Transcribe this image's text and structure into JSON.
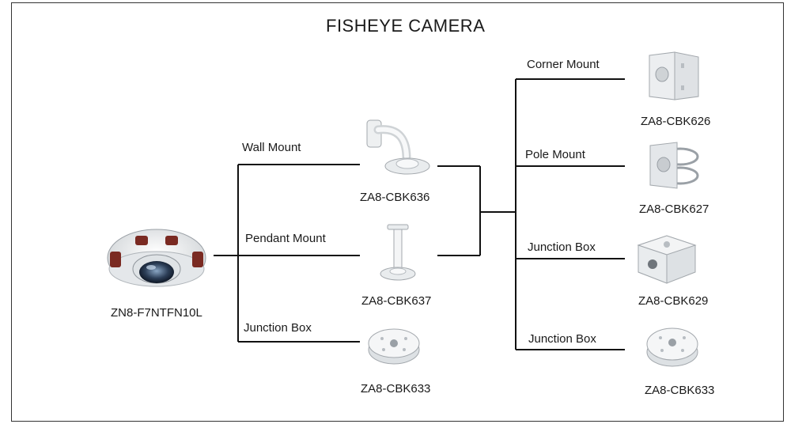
{
  "diagram": {
    "title": "FISHEYE CAMERA",
    "camera": {
      "model": "ZN8-F7NTFN10L"
    },
    "branches": [
      {
        "mount": "Wall Mount",
        "part": "ZA8-CBK636"
      },
      {
        "mount": "Pendant Mount",
        "part": "ZA8-CBK637"
      },
      {
        "mount": "Junction Box",
        "part": "ZA8-CBK633"
      }
    ],
    "sub_branches": [
      {
        "mount": "Corner Mount",
        "part": "ZA8-CBK626"
      },
      {
        "mount": "Pole Mount",
        "part": "ZA8-CBK627"
      },
      {
        "mount": "Junction Box",
        "part": "ZA8-CBK629"
      },
      {
        "mount": "Junction Box",
        "part": "ZA8-CBK633"
      }
    ]
  }
}
